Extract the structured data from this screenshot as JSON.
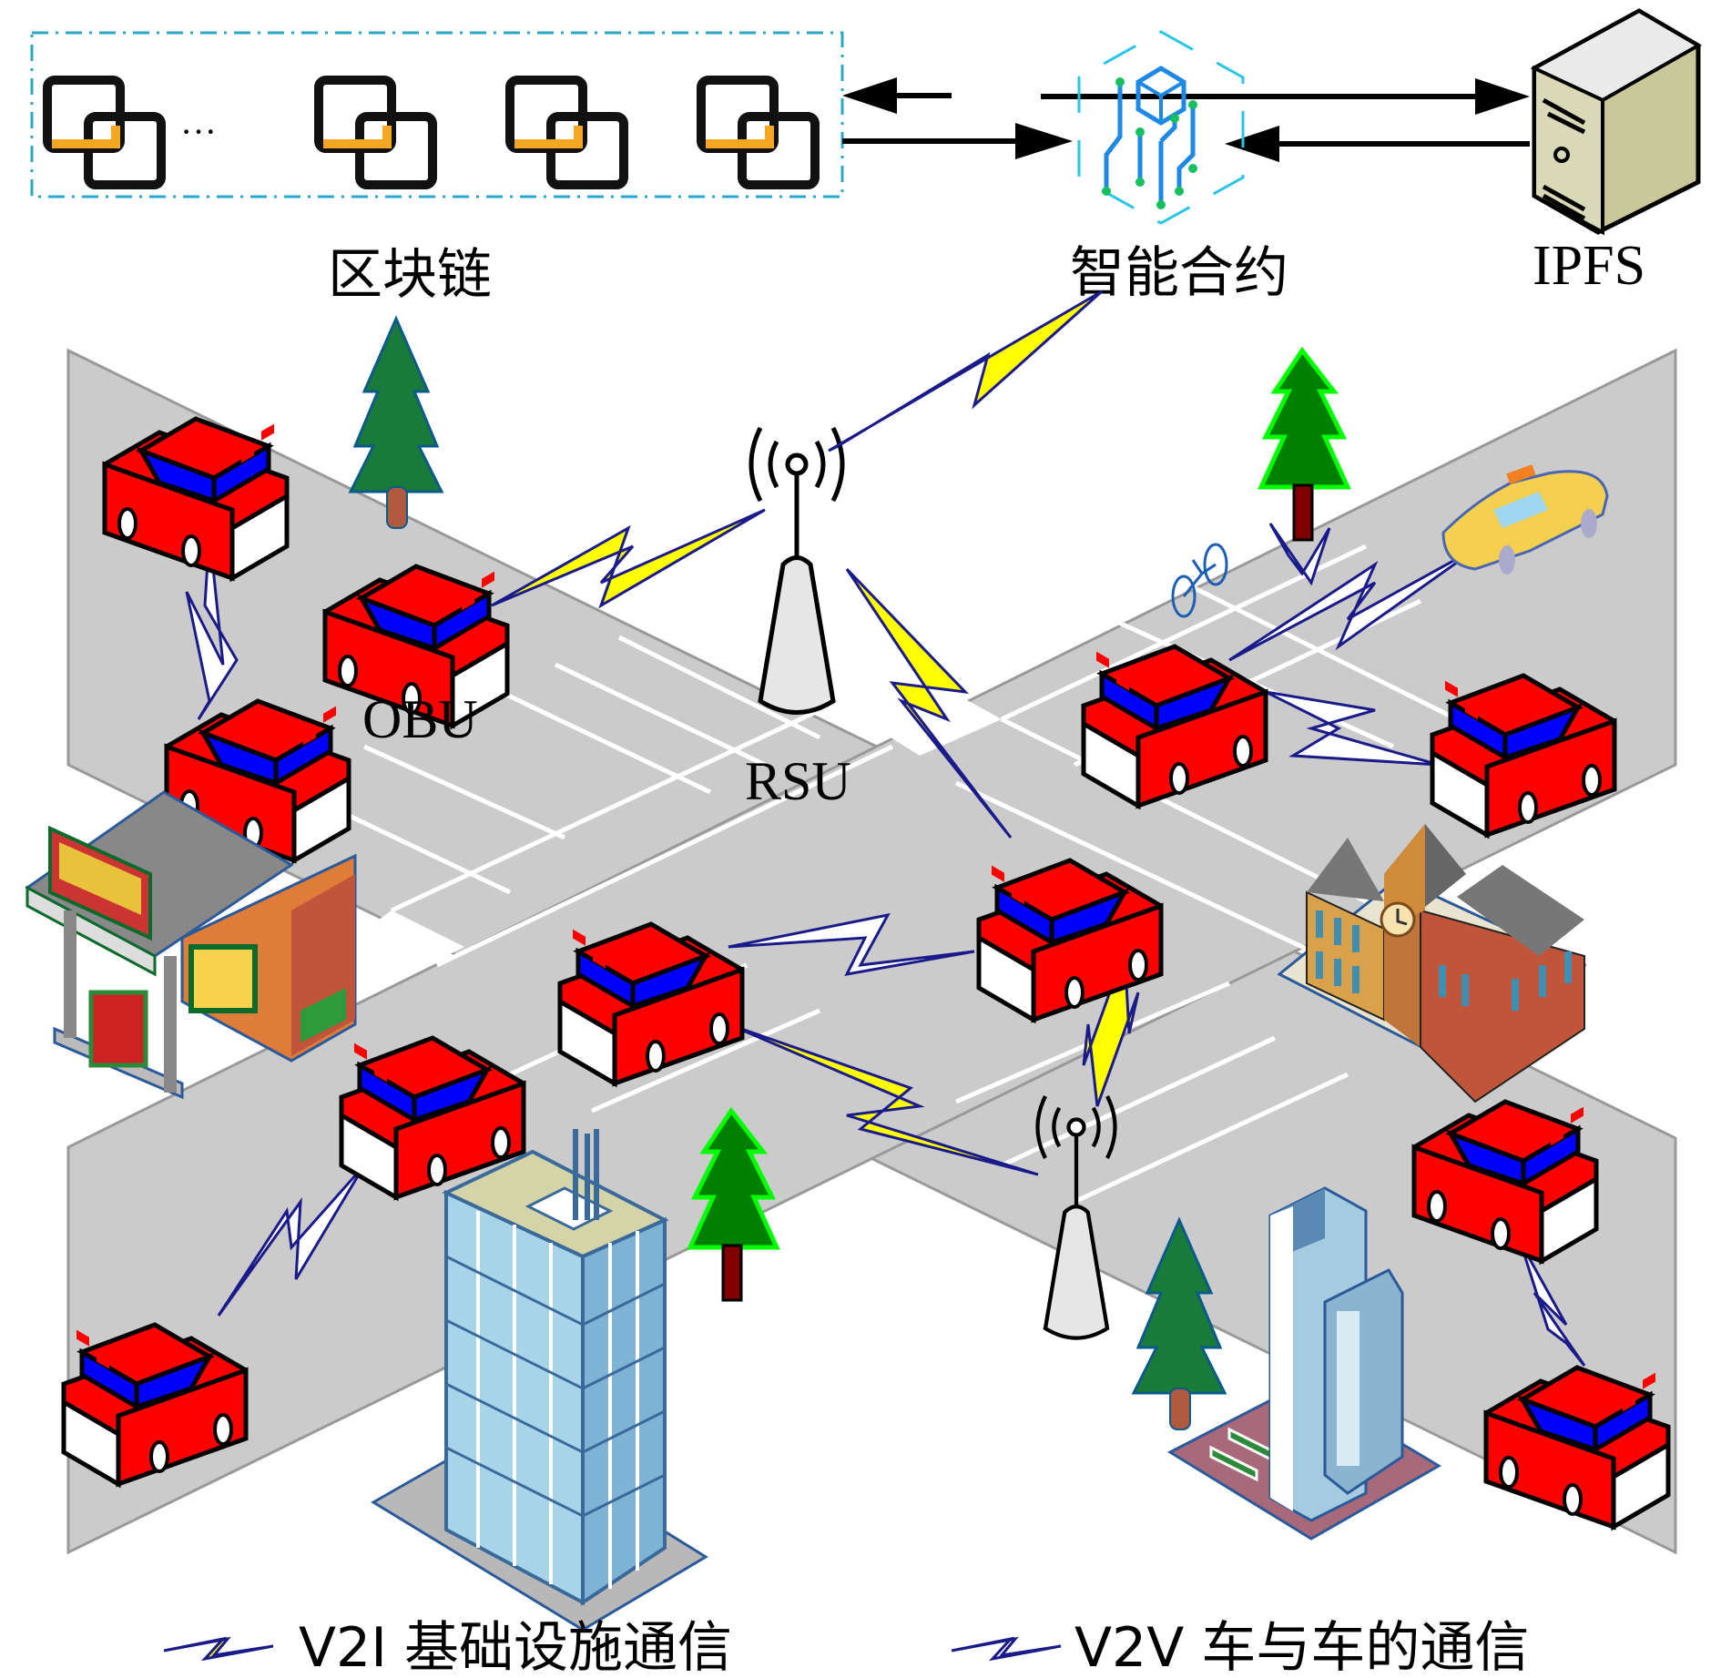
{
  "labels": {
    "blockchain": "区块链",
    "smart_contract": "智能合约",
    "ipfs": "IPFS",
    "obu": "OBU",
    "rsu": "RSU",
    "ellipsis": "···"
  },
  "legend": [
    {
      "icon": "yellow-lightning-icon",
      "text": "V2I 基础设施通信",
      "color": "#ffff00"
    },
    {
      "icon": "white-lightning-icon",
      "text": "V2V 车与车的通信",
      "color": "#ffffff"
    }
  ],
  "colors": {
    "road": "#cbcbcb",
    "car_body": "#ff0000",
    "car_window": "#0000ff",
    "v2i_bolt": "#ffff00",
    "v2v_bolt": "#ffffff",
    "tree_green": "#008000",
    "chain_orange": "#f5a623",
    "box_border": "#2aa7c9"
  },
  "blockchain_blocks": 4
}
